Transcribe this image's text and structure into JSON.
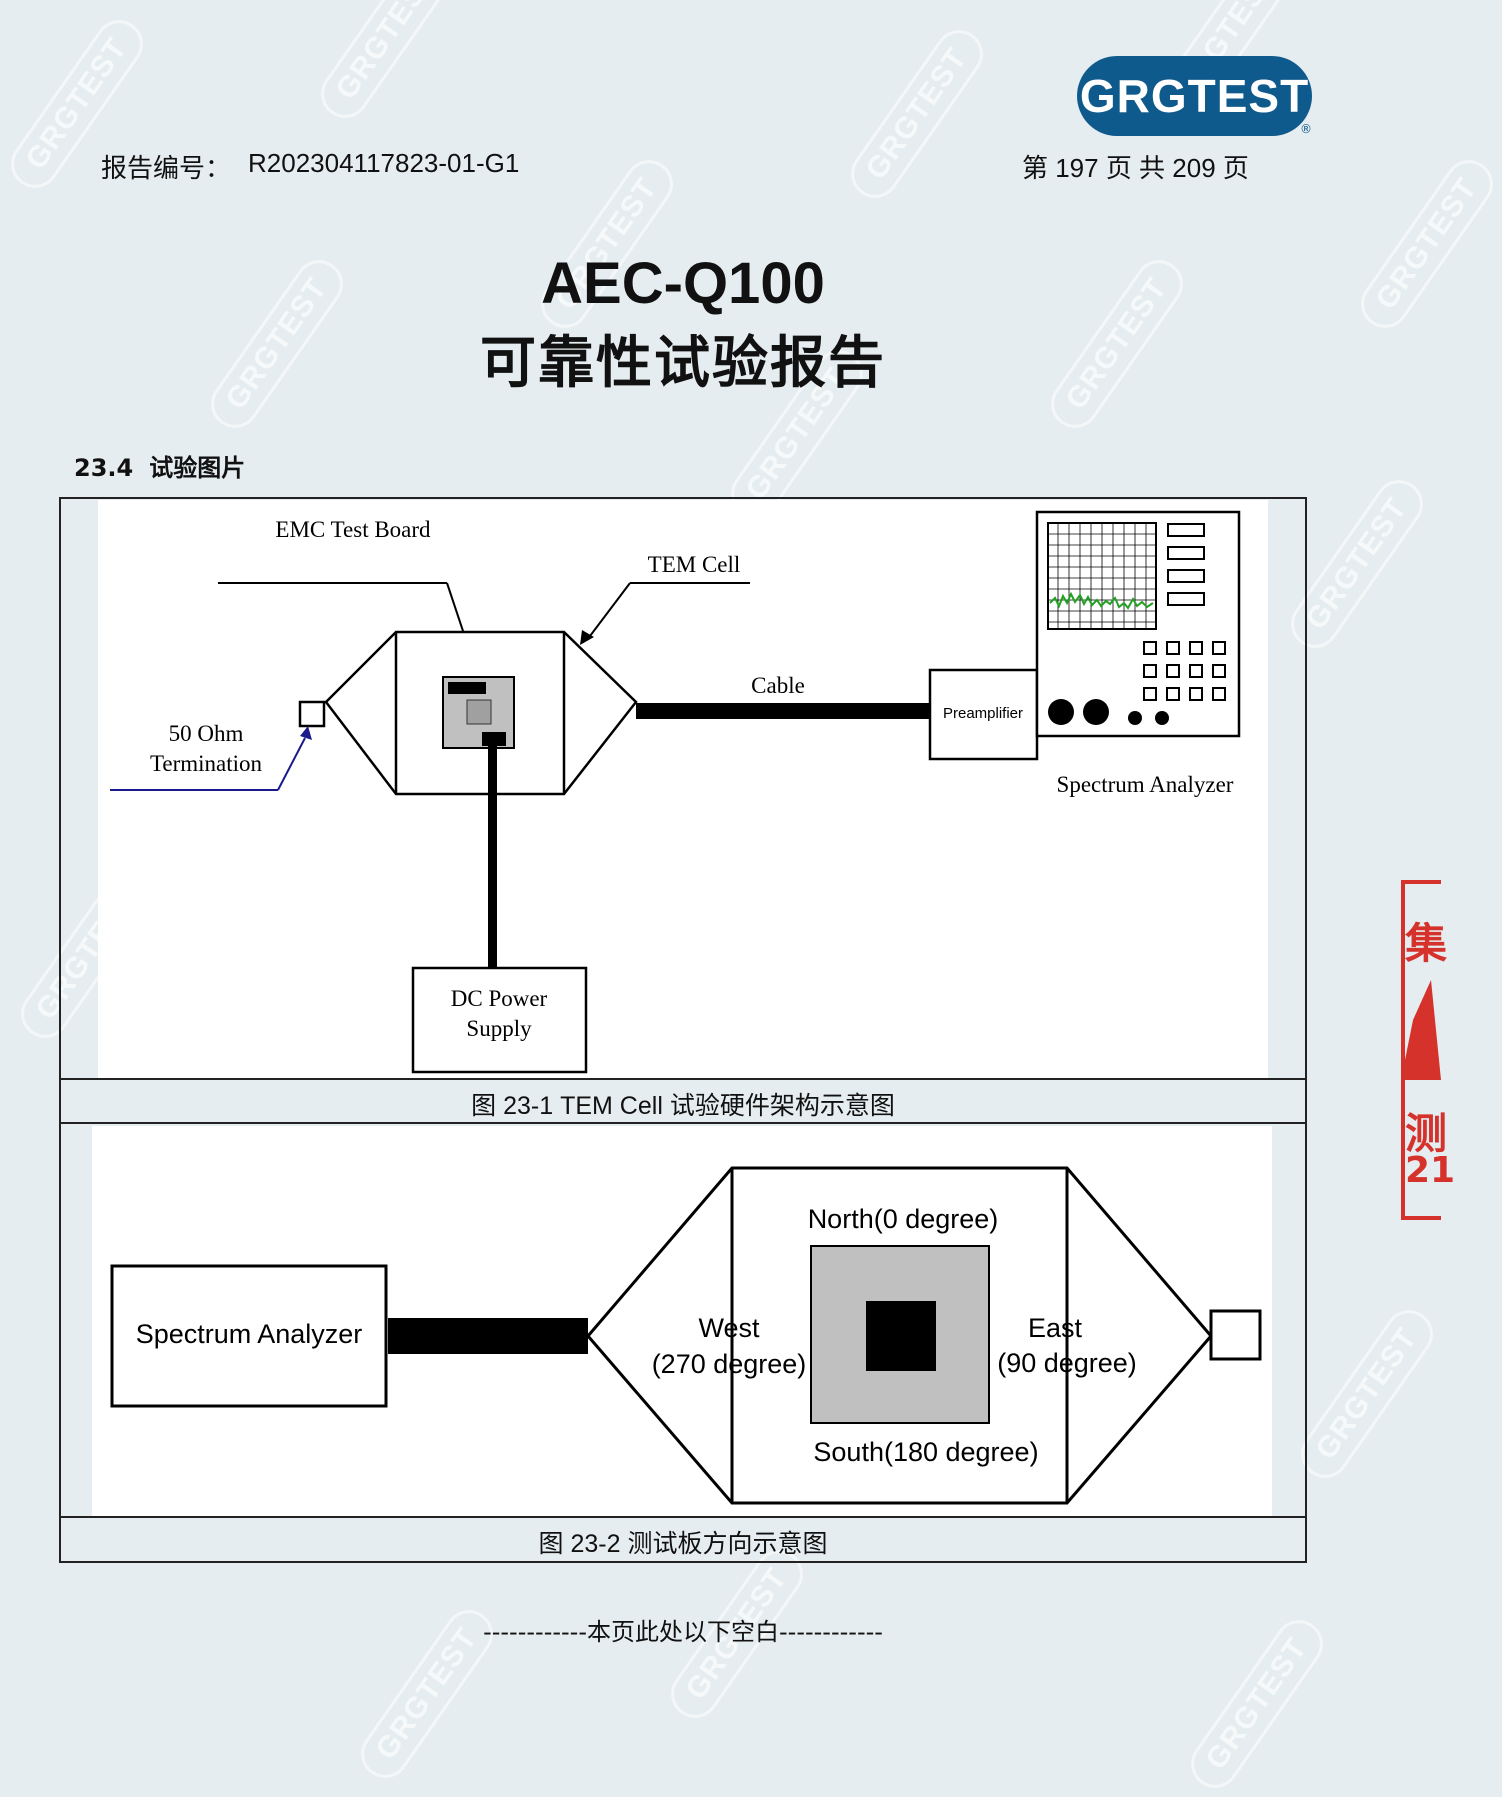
{
  "header": {
    "report_no_label": "报告编号：",
    "report_no": "R202304117823-01-G1",
    "page_info": "第 197 页 共 209 页"
  },
  "logo": {
    "text": "GRGTEST",
    "registered": "®"
  },
  "watermark_text": "GRGTEST",
  "title": {
    "en": "AEC-Q100",
    "cn": "可靠性试验报告"
  },
  "section": {
    "number": "23.4",
    "title": "试验图片"
  },
  "figure1": {
    "labels": {
      "emc_board": "EMC Test Board",
      "tem_cell": "TEM Cell",
      "cable": "Cable",
      "termination_line1": "50 Ohm",
      "termination_line2": "Termination",
      "preamplifier": "Preamplifier",
      "spectrum_analyzer": "Spectrum Analyzer",
      "dc_power_line1": "DC Power",
      "dc_power_line2": "Supply"
    },
    "caption": "图 23-1 TEM Cell 试验硬件架构示意图"
  },
  "figure2": {
    "labels": {
      "spectrum_analyzer": "Spectrum Analyzer",
      "north": "North(0 degree)",
      "west_line1": "West",
      "west_line2": "(270 degree)",
      "east_line1": "East",
      "east_line2": "(90 degree)",
      "south": "South(180 degree)"
    },
    "caption": "图 23-2  测试板方向示意图"
  },
  "footer": "------------本页此处以下空白------------",
  "stamp": {
    "char1": "集",
    "char2": "测",
    "char3": "21"
  },
  "colors": {
    "logo_bg": "#0f5a8c",
    "stamp_red": "#d6322c",
    "spectrum_trace": "#22a122",
    "arrow_blue": "#1a1a8c"
  }
}
